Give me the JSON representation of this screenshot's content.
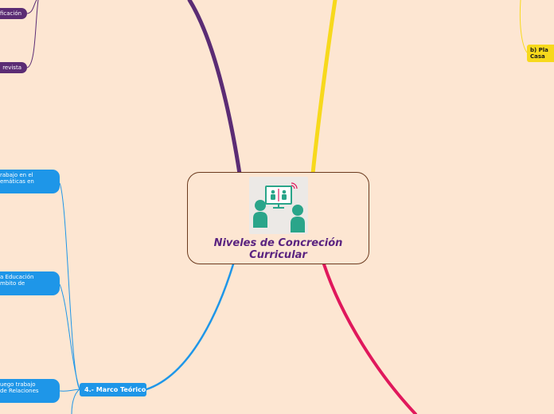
{
  "central": {
    "title": "Niveles de Concreción Curricular",
    "icon": "video-conference-icon"
  },
  "purple_branch": {
    "color": "#5b2c74",
    "nodes": [
      "ficación",
      "revista"
    ]
  },
  "yellow_branch": {
    "color": "#f7d91c",
    "node": [
      "b)    Pla",
      "Casa"
    ]
  },
  "red_branch": {
    "color": "#e0185c"
  },
  "blue_branch": {
    "color": "#1e96e8",
    "main": "4.- Marco Teórico",
    "children": [
      [
        "rabajo en el",
        "emáticas en"
      ],
      [
        "a Educación",
        "mbito de"
      ],
      [
        "uego trabajo",
        "de Relaciones"
      ]
    ]
  }
}
